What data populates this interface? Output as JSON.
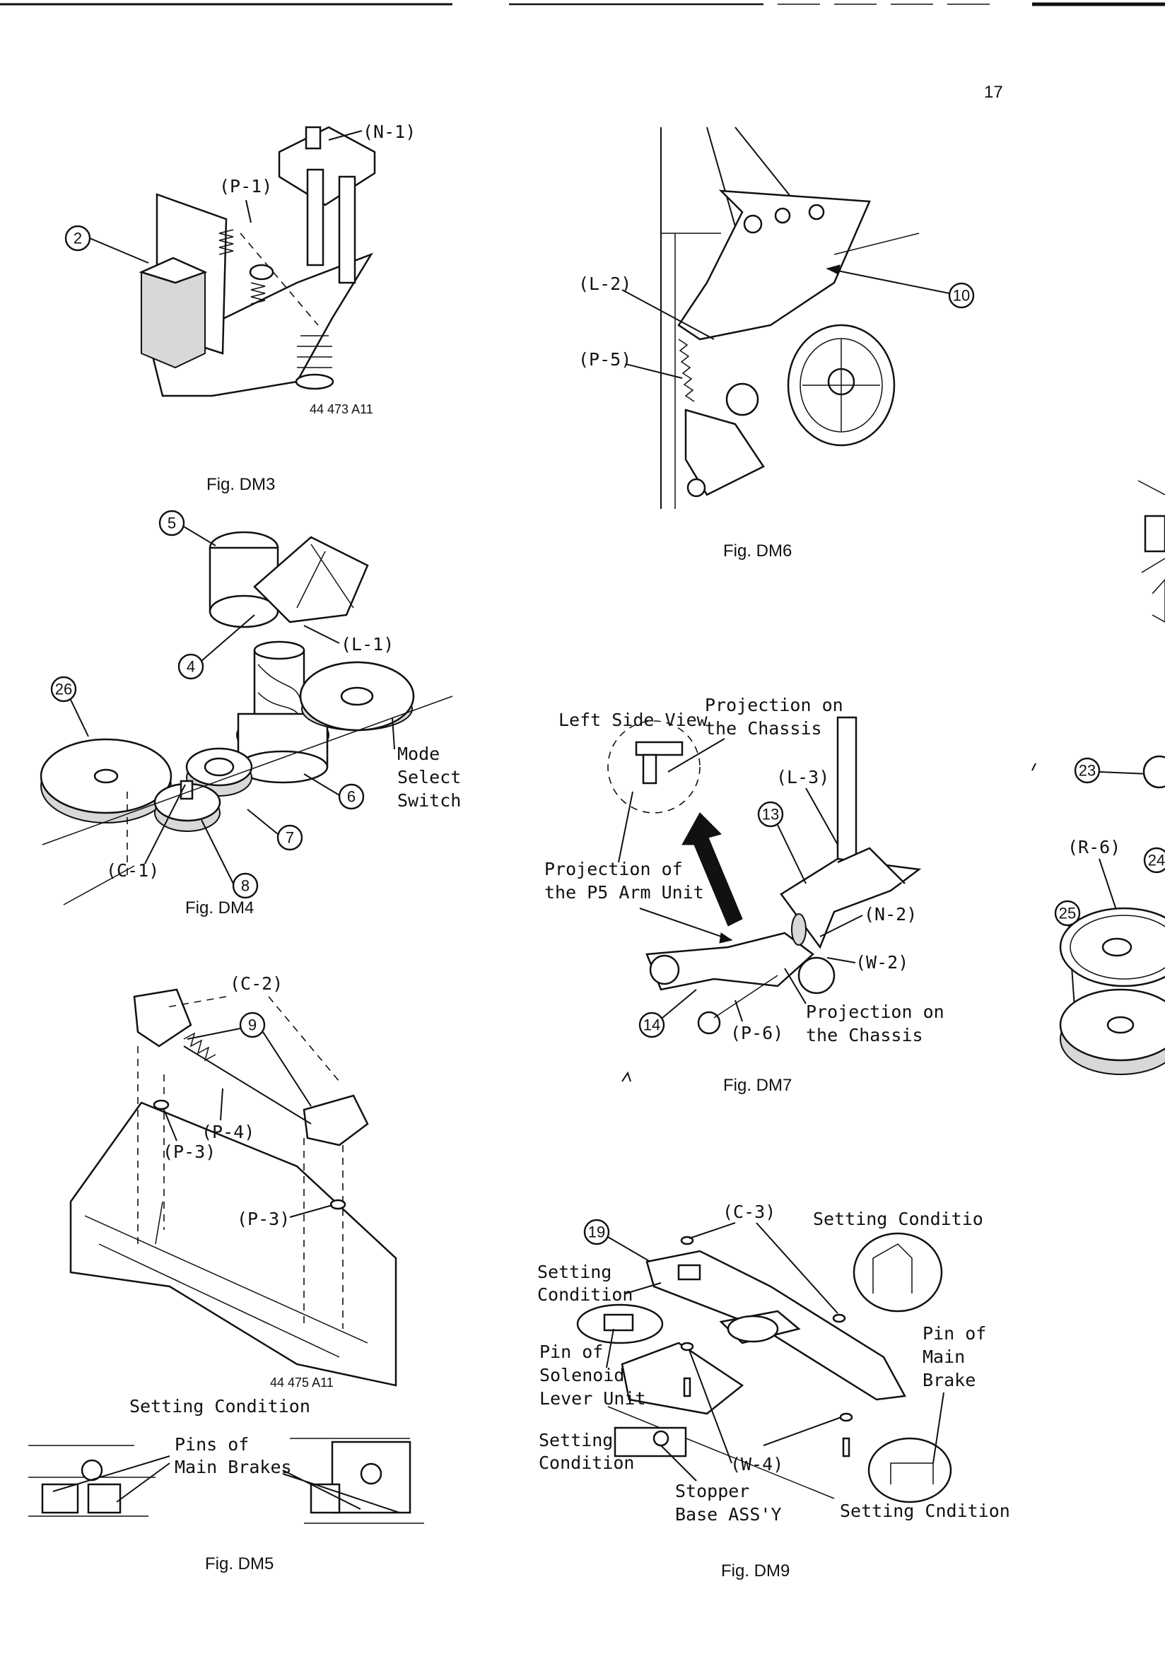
{
  "page_number": "17",
  "figures": {
    "dm3": {
      "caption": "Fig. DM3",
      "code": "44 473 A11",
      "labels": {
        "n1": "(N-1)",
        "p1": "(P-1)",
        "c2": "2"
      }
    },
    "dm4": {
      "caption": "Fig. DM4",
      "labels": {
        "c5": "5",
        "c4": "4",
        "l1": "(L-1)",
        "c26": "26",
        "c6": "6",
        "c7": "7",
        "c8": "8",
        "cc1": "(C-1)",
        "mode1": "Mode",
        "mode2": "Select",
        "mode3": "Switch"
      }
    },
    "dm5": {
      "caption": "Fig. DM5",
      "code": "44 475 A11",
      "labels": {
        "c2": "(C-2)",
        "c9": "9",
        "p4": "(P-4)",
        "p3a": "(P-3)",
        "p3b": "(P-3)",
        "setting": "Setting Condition",
        "pins1": "Pins of",
        "pins2": "Main Brakes"
      }
    },
    "dm6": {
      "caption": "Fig. DM6",
      "labels": {
        "l2": "(L-2)",
        "p5": "(P-5)",
        "c10": "10"
      }
    },
    "dm7": {
      "caption": "Fig. DM7",
      "labels": {
        "left_side": "Left Side View",
        "proj_chassis_1a": "Projection on",
        "proj_chassis_1b": "the Chassis",
        "l3": "(L-3)",
        "c13": "13",
        "proj_p5a": "Projection of",
        "proj_p5b": "the P5 Arm Unit",
        "n2": "(N-2)",
        "w2": "(W-2)",
        "proj_chassis_2a": "Projection on",
        "proj_chassis_2b": "the Chassis",
        "c14": "14",
        "p6": "(P-6)"
      }
    },
    "dm9": {
      "caption": "Fig. DM9",
      "labels": {
        "c3": "(C-3)",
        "c19": "19",
        "set_top": "Setting Conditio",
        "set_left1": "Setting",
        "set_left2": "Condition",
        "pin_sol1": "Pin of",
        "pin_sol2": "Solenoid",
        "pin_sol3": "Lever Unit",
        "pin_main1": "Pin of",
        "pin_main2": "Main",
        "pin_main3": "Brake",
        "set_low1": "Setting",
        "set_low2": "Condition",
        "w4": "(W-4)",
        "stopper1": "Stopper",
        "stopper2": "Base ASS'Y",
        "set_bottom": "Setting Cndition"
      }
    },
    "side": {
      "labels": {
        "c23": "23",
        "r6": "(R-6)",
        "c24": "24",
        "c25": "25"
      }
    }
  }
}
